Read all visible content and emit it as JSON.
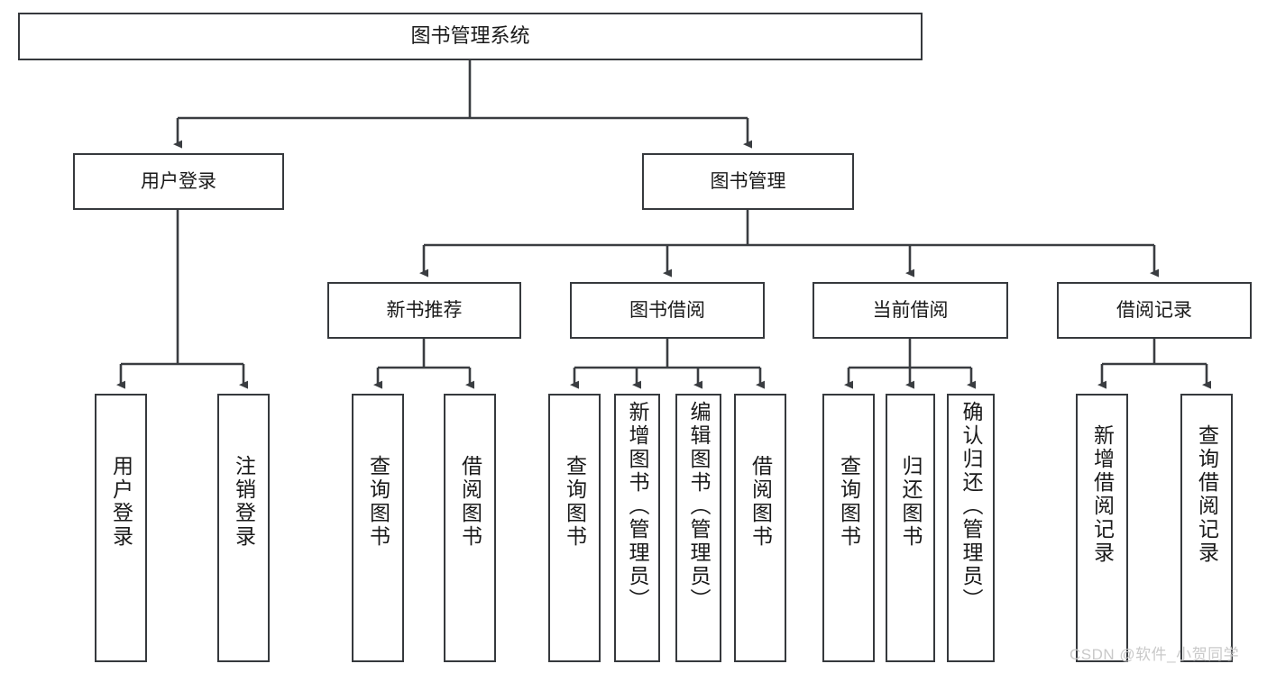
{
  "diagram": {
    "type": "tree-hierarchy",
    "title": "图书管理系统",
    "orientation": "top-down",
    "colors": {
      "background": "#ffffff",
      "node_fill": "#ffffff",
      "node_border": "#36393d",
      "edge": "#3a3d41",
      "text": "#1a1a1a",
      "watermark": "#c9c9c9"
    },
    "nodes": {
      "root": {
        "label": "图书管理系统"
      },
      "level2": [
        {
          "id": "user-login",
          "label": "用户登录"
        },
        {
          "id": "book-management",
          "label": "图书管理"
        }
      ],
      "level3": [
        {
          "id": "new-book-recommend",
          "label": "新书推荐"
        },
        {
          "id": "book-borrow",
          "label": "图书借阅"
        },
        {
          "id": "current-borrow",
          "label": "当前借阅"
        },
        {
          "id": "borrow-record",
          "label": "借阅记录"
        }
      ],
      "leaves": {
        "user-login": [
          {
            "id": "leaf-user-login",
            "label": "用户登录"
          },
          {
            "id": "leaf-logout-login",
            "label": "注销登录"
          }
        ],
        "new-book-recommend": [
          {
            "id": "leaf-query-book-1",
            "label": "查询图书"
          },
          {
            "id": "leaf-borrow-book-1",
            "label": "借阅图书"
          }
        ],
        "book-borrow": [
          {
            "id": "leaf-query-book-2",
            "label": "查询图书"
          },
          {
            "id": "leaf-add-book",
            "label": "新增图书（管理员）"
          },
          {
            "id": "leaf-edit-book",
            "label": "编辑图书（管理员）"
          },
          {
            "id": "leaf-borrow-book-2",
            "label": "借阅图书"
          }
        ],
        "current-borrow": [
          {
            "id": "leaf-query-book-3",
            "label": "查询图书"
          },
          {
            "id": "leaf-return-book",
            "label": "归还图书"
          },
          {
            "id": "leaf-confirm-return",
            "label": "确认归还（管理员）"
          }
        ],
        "borrow-record": [
          {
            "id": "leaf-add-record",
            "label": "新增借阅记录"
          },
          {
            "id": "leaf-query-record",
            "label": "查询借阅记录"
          }
        ]
      }
    },
    "edges": [
      {
        "from": "root",
        "to": "user-login"
      },
      {
        "from": "root",
        "to": "book-management"
      },
      {
        "from": "book-management",
        "to": "new-book-recommend"
      },
      {
        "from": "book-management",
        "to": "book-borrow"
      },
      {
        "from": "book-management",
        "to": "current-borrow"
      },
      {
        "from": "book-management",
        "to": "borrow-record"
      },
      {
        "from": "user-login",
        "to": "leaf-user-login"
      },
      {
        "from": "user-login",
        "to": "leaf-logout-login"
      },
      {
        "from": "new-book-recommend",
        "to": "leaf-query-book-1"
      },
      {
        "from": "new-book-recommend",
        "to": "leaf-borrow-book-1"
      },
      {
        "from": "book-borrow",
        "to": "leaf-query-book-2"
      },
      {
        "from": "book-borrow",
        "to": "leaf-add-book"
      },
      {
        "from": "book-borrow",
        "to": "leaf-edit-book"
      },
      {
        "from": "book-borrow",
        "to": "leaf-borrow-book-2"
      },
      {
        "from": "current-borrow",
        "to": "leaf-query-book-3"
      },
      {
        "from": "current-borrow",
        "to": "leaf-return-book"
      },
      {
        "from": "current-borrow",
        "to": "leaf-confirm-return"
      },
      {
        "from": "borrow-record",
        "to": "leaf-add-record"
      },
      {
        "from": "borrow-record",
        "to": "leaf-query-record"
      }
    ]
  },
  "watermark": {
    "text": "CSDN @软件_小贺同学"
  }
}
